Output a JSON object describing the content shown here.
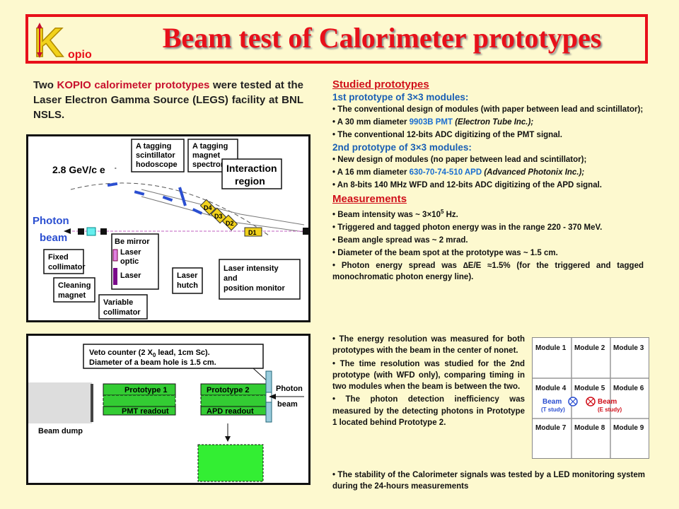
{
  "header": {
    "logo_letter": "K",
    "logo_sub": "opio",
    "title": "Beam test of Calorimeter prototypes"
  },
  "intro": {
    "p1": "Two ",
    "p2": "KOPIO calorimeter prototypes",
    "p3": " were tested at the Laser Electron Gamma Source (LEGS) facility at BNL NSLS."
  },
  "diagram1": {
    "beam_energy": "2.8 GeV/c e",
    "tag_scint": [
      "A tagging",
      "scintillator",
      "hodoscope"
    ],
    "tag_magnet": [
      "A tagging",
      "magnet",
      "spectrometer"
    ],
    "interaction": [
      "Interaction",
      "region"
    ],
    "photon_beam": [
      "Photon",
      "beam"
    ],
    "magnets": [
      "D4",
      "D3",
      "D2",
      "D1"
    ],
    "be_mirror": "Be mirror",
    "laser_optic": [
      "Laser",
      "optic"
    ],
    "laser": "Laser",
    "fixed_coll": [
      "Fixed",
      "collimator"
    ],
    "cleaning": [
      "Cleaning",
      "magnet"
    ],
    "variable": [
      "Variable",
      "collimator"
    ],
    "laser_hutch": [
      "Laser",
      "hutch"
    ],
    "laser_monitor": [
      "Laser intensity",
      "and",
      "position monitor"
    ]
  },
  "diagram2": {
    "veto": [
      "Veto counter (2 X",
      "0",
      " lead, 1cm Sc).",
      "Diameter of a beam hole is 1.5 cm."
    ],
    "proto1": "Prototype 1",
    "proto2": "Prototype 2",
    "pmt": "PMT readout",
    "apd": "APD readout",
    "photon_beam": [
      "Photon",
      "beam"
    ],
    "beam_dump": "Beam dump"
  },
  "right": {
    "studied": "Studied prototypes",
    "first": "1st prototype of 3×3 modules:",
    "f1": "• The conventional design of modules (with paper between lead and scintillator);",
    "f2a": "• A 30 mm diameter ",
    "f2b": "9903B PMT",
    "f2c": " (Electron Tube Inc.);",
    "f3": "• The conventional 12-bits ADC digitizing of the PMT signal.",
    "second": "2nd prototype of 3×3 modules:",
    "s1": "• New design of modules (no paper between lead and scintillator);",
    "s2a": "• A 16 mm diameter ",
    "s2b": "630-70-74-510  APD",
    "s2c": " (Advanced Photonix Inc.);",
    "s3": "• An 8-bits 140 MHz WFD and 12-bits ADC digitizing of the APD signal.",
    "measurements": "Measurements",
    "m1a": "• Beam intensity was ~ 3×10",
    "m1b": "5",
    "m1c": " Hz.",
    "m2": "• Triggered and tagged photon energy was in the range 220 - 370 MeV.",
    "m3": "• Beam angle spread was ~ 2 mrad.",
    "m4": "• Diameter of the beam spot at the prototype was  ~ 1.5 cm.",
    "m5": "• Photon energy spread  was  ∆E/E  ≈1.5%   (for the triggered and tagged monochromatic photon energy line)."
  },
  "lower": {
    "l1": "• The energy resolution was measured for both prototypes with the beam in the center of nonet.",
    "l2": "• The time resolution was studied for the 2nd prototype (with WFD only), comparing timing in two modules when the beam is between the two.",
    "l3": "• The photon detection inefficiency was measured by the detecting photons in Prototype 1 located behind Prototype 2.",
    "l4": "• The stability of the Calorimeter signals was tested by a LED monitoring system during the 24-hours measurements"
  },
  "modules": {
    "cells": [
      "Module 1",
      "Module 2",
      "Module 3",
      "Module 4",
      "Module 5",
      "Module 6",
      "Module 7",
      "Module 8",
      "Module 9"
    ],
    "beam_t": [
      "Beam",
      "(T study)"
    ],
    "beam_e": [
      "Beam",
      "(E study)"
    ]
  }
}
